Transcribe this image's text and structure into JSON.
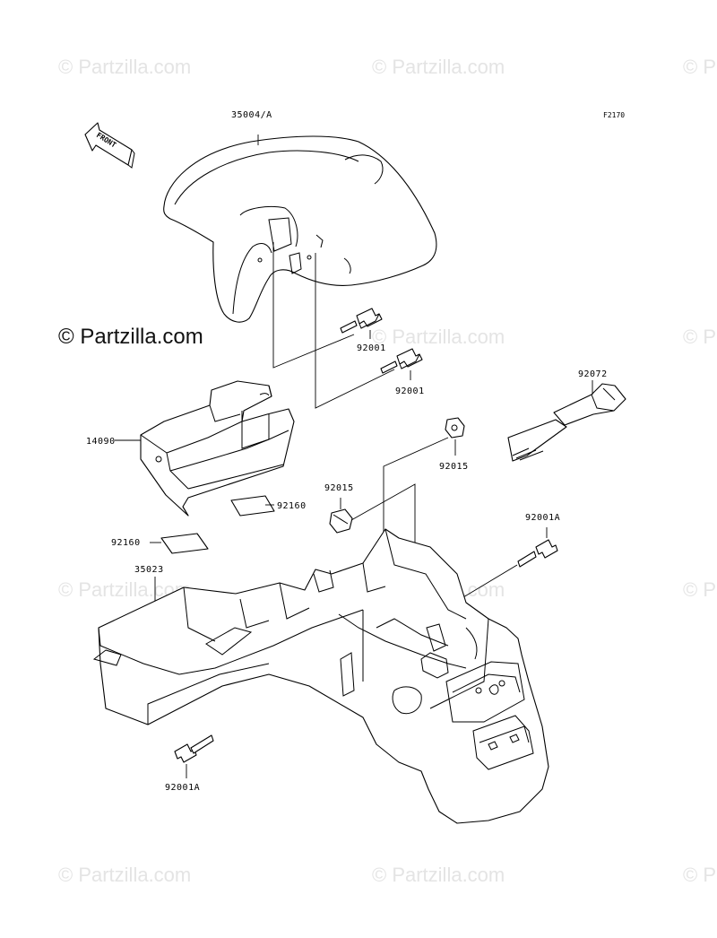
{
  "diagram": {
    "reference_code": "F2170",
    "front_arrow_label": "FRONT",
    "watermark_text": "© Partzilla.com",
    "watermark_color": "#e4e4e4",
    "watermark_main_color": "#111111",
    "callouts": {
      "front_fender": "35004/A",
      "bolt_upper_1": "92001",
      "bolt_upper_2": "92001",
      "tool_holder": "14090",
      "pad_upper": "92160",
      "pad_lower": "92160",
      "strap": "92072",
      "nut_right": "92015",
      "nut_left": "92015",
      "bolt_right": "92001A",
      "rear_fender": "35023",
      "bolt_bottom": "92001A"
    }
  }
}
